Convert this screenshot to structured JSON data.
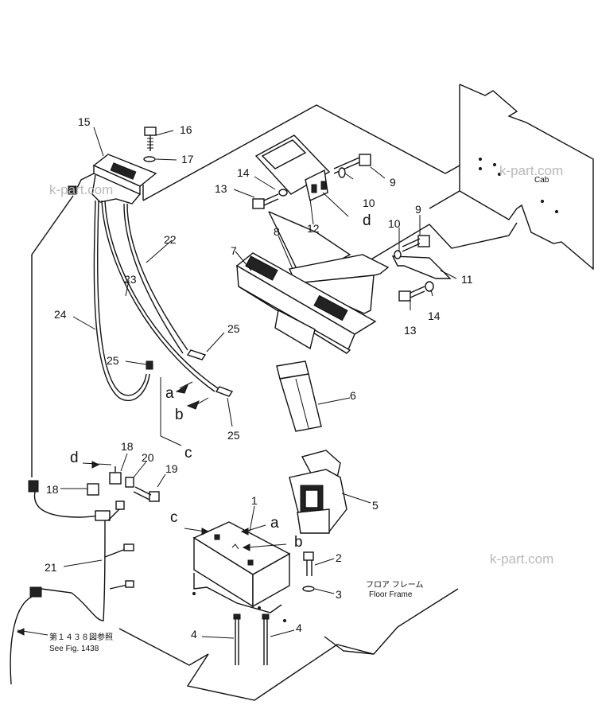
{
  "callouts": {
    "n1": "1",
    "n2": "2",
    "n3": "3",
    "n4a": "4",
    "n4b": "4",
    "n5": "5",
    "n6": "6",
    "n7": "7",
    "n8": "8",
    "n9a": "9",
    "n9b": "9",
    "n10a": "10",
    "n10b": "10",
    "n11": "11",
    "n12": "12",
    "n13a": "13",
    "n13b": "13",
    "n14a": "14",
    "n14b": "14",
    "n15": "15",
    "n16": "16",
    "n17": "17",
    "n18a": "18",
    "n18b": "18",
    "n19": "19",
    "n20": "20",
    "n21": "21",
    "n22": "22",
    "n23": "23",
    "n24": "24",
    "n25a": "25",
    "n25b": "25",
    "n25c": "25"
  },
  "connectors": {
    "a1": "a",
    "b1": "b",
    "c1": "c",
    "d1": "d",
    "a2": "a",
    "b2": "b",
    "c2": "c",
    "d2": "d"
  },
  "notes": {
    "cab": "Cab",
    "floor_jp": "フロア フレーム",
    "floor_en": "Floor Frame",
    "seefig_jp": "第１４３８図参照",
    "seefig_en": "See Fig. 1438"
  },
  "watermarks": {
    "w1": "k-part.com",
    "w2": "k-part.com",
    "w3": "k-part.com"
  }
}
